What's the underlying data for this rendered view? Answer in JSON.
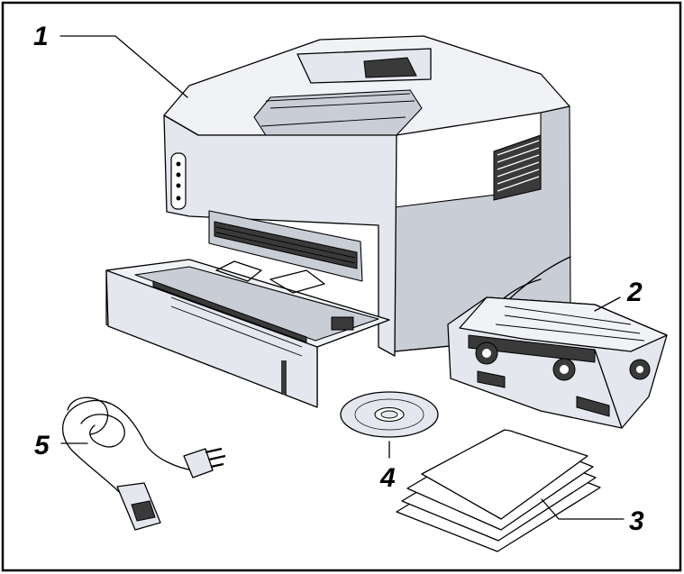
{
  "callouts": {
    "printer": "1",
    "drum_unit": "2",
    "documentation": "3",
    "cd_rom": "4",
    "power_cord": "5"
  },
  "colors": {
    "frame": "#000000",
    "body": "#e4e7ee",
    "background": "#ffffff"
  }
}
